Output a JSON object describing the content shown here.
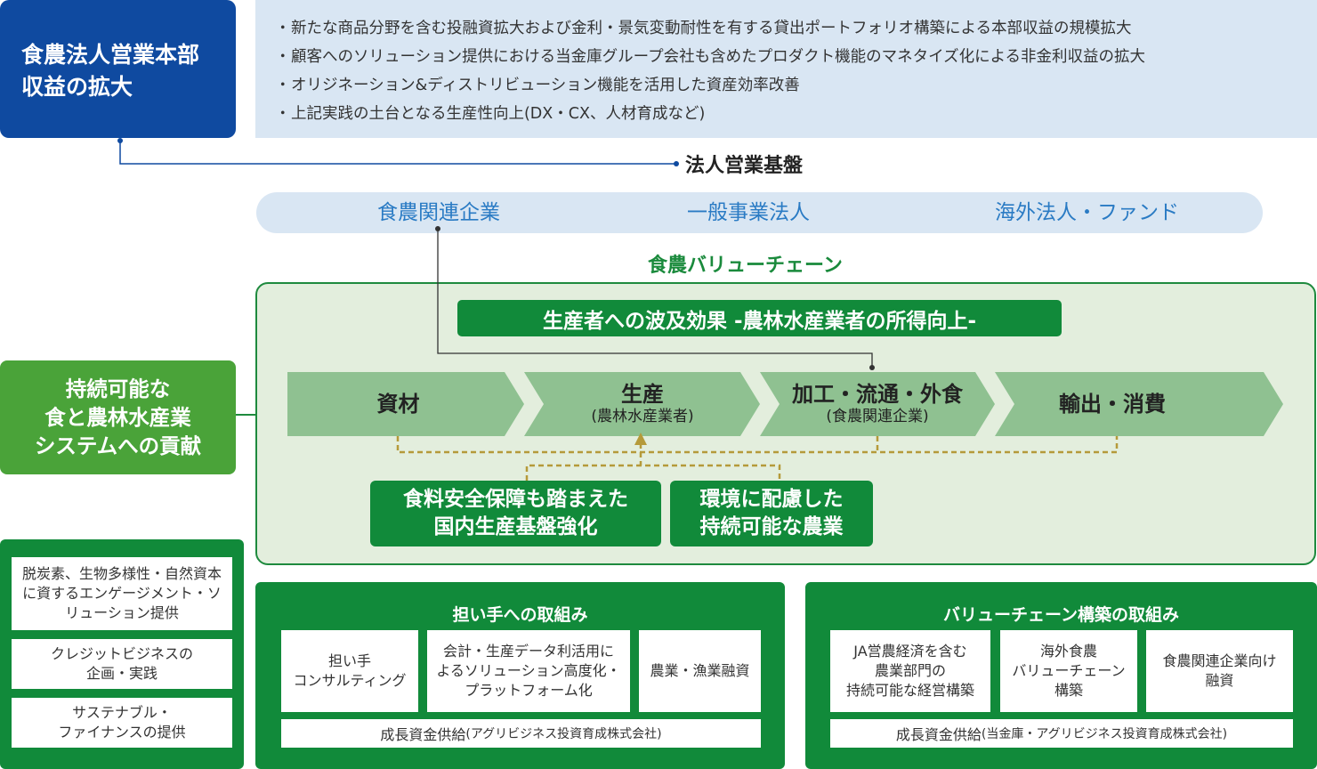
{
  "hq": {
    "line1": "食農法人営業本部",
    "line2": "収益の拡大"
  },
  "goals": [
    "新たな商品分野を含む投融資拡大および金利・景気変動耐性を有する貸出ポートフォリオ構築による本部収益の規模拡大",
    "顧客へのソリューション提供における当金庫グループ会社も含めたプロダクト機能のマネタイズ化による非金利収益の拡大",
    "オリジネーション&ディストリビューション機能を活用した資産効率改善",
    "上記実践の土台となる生産性向上(DX・CX、人材育成など)"
  ],
  "bullet": "・",
  "base": {
    "title": "法人営業基盤",
    "segments": [
      "食農関連企業",
      "一般事業法人",
      "海外法人・ファンド"
    ]
  },
  "value_chain": {
    "title": "食農バリューチェーン",
    "impact": "生産者への波及効果 -農林水産業者の所得向上-",
    "stages": [
      {
        "label": "資材",
        "sub": ""
      },
      {
        "label": "生産",
        "sub": "(農林水産業者)"
      },
      {
        "label": "加工・流通・外食",
        "sub": "(食農関連企業)"
      },
      {
        "label": "輸出・消費",
        "sub": ""
      }
    ],
    "targets": [
      {
        "line1": "食料安全保障も踏まえた",
        "line2": "国内生産基盤強化"
      },
      {
        "line1": "環境に配慮した",
        "line2": "持続可能な農業"
      }
    ]
  },
  "sustain": {
    "line1": "持続可能な",
    "line2": "食と農林水産業",
    "line3": "システムへの貢献"
  },
  "left_items": [
    {
      "line1": "脱炭素、生物多様性・自然資本",
      "line2": "に資するエンゲージメント・ソ",
      "line3": "リューション提供"
    },
    {
      "line1": "クレジットビジネスの",
      "line2": "企画・実践"
    },
    {
      "line1": "サステナブル・",
      "line2": "ファイナンスの提供"
    }
  ],
  "initiatives": [
    {
      "title": "担い手への取組み",
      "items": [
        {
          "line1": "担い手",
          "line2": "コンサルティング",
          "line3": ""
        },
        {
          "line1": "会計・生産データ利活用に",
          "line2": "よるソリューション高度化・",
          "line3": "プラットフォーム化"
        },
        {
          "line1": "農業・漁業融資",
          "line2": "",
          "line3": ""
        }
      ],
      "funding": "成長資金供給",
      "funding_note": "(アグリビジネス投資育成株式会社)"
    },
    {
      "title": "バリューチェーン構築の取組み",
      "items": [
        {
          "line1": "JA営農経済を含む",
          "line2": "農業部門の",
          "line3": "持続可能な経営構築"
        },
        {
          "line1": "海外食農",
          "line2": "バリューチェーン",
          "line3": "構築"
        },
        {
          "line1": "食農関連企業向け",
          "line2": "融資",
          "line3": ""
        }
      ],
      "funding": "成長資金供給",
      "funding_note": "(当金庫・アグリビジネス投資育成株式会社)"
    }
  ],
  "colors": {
    "navy": "#0f4aa0",
    "light_blue": "#d9e6f3",
    "segment_text": "#2a7bc4",
    "dark_green": "#118a3a",
    "light_green_panel": "#e3eedd",
    "chevron": "#8fc191",
    "sustain_green": "#4aa339",
    "dotted_gold": "#b59a3a"
  }
}
